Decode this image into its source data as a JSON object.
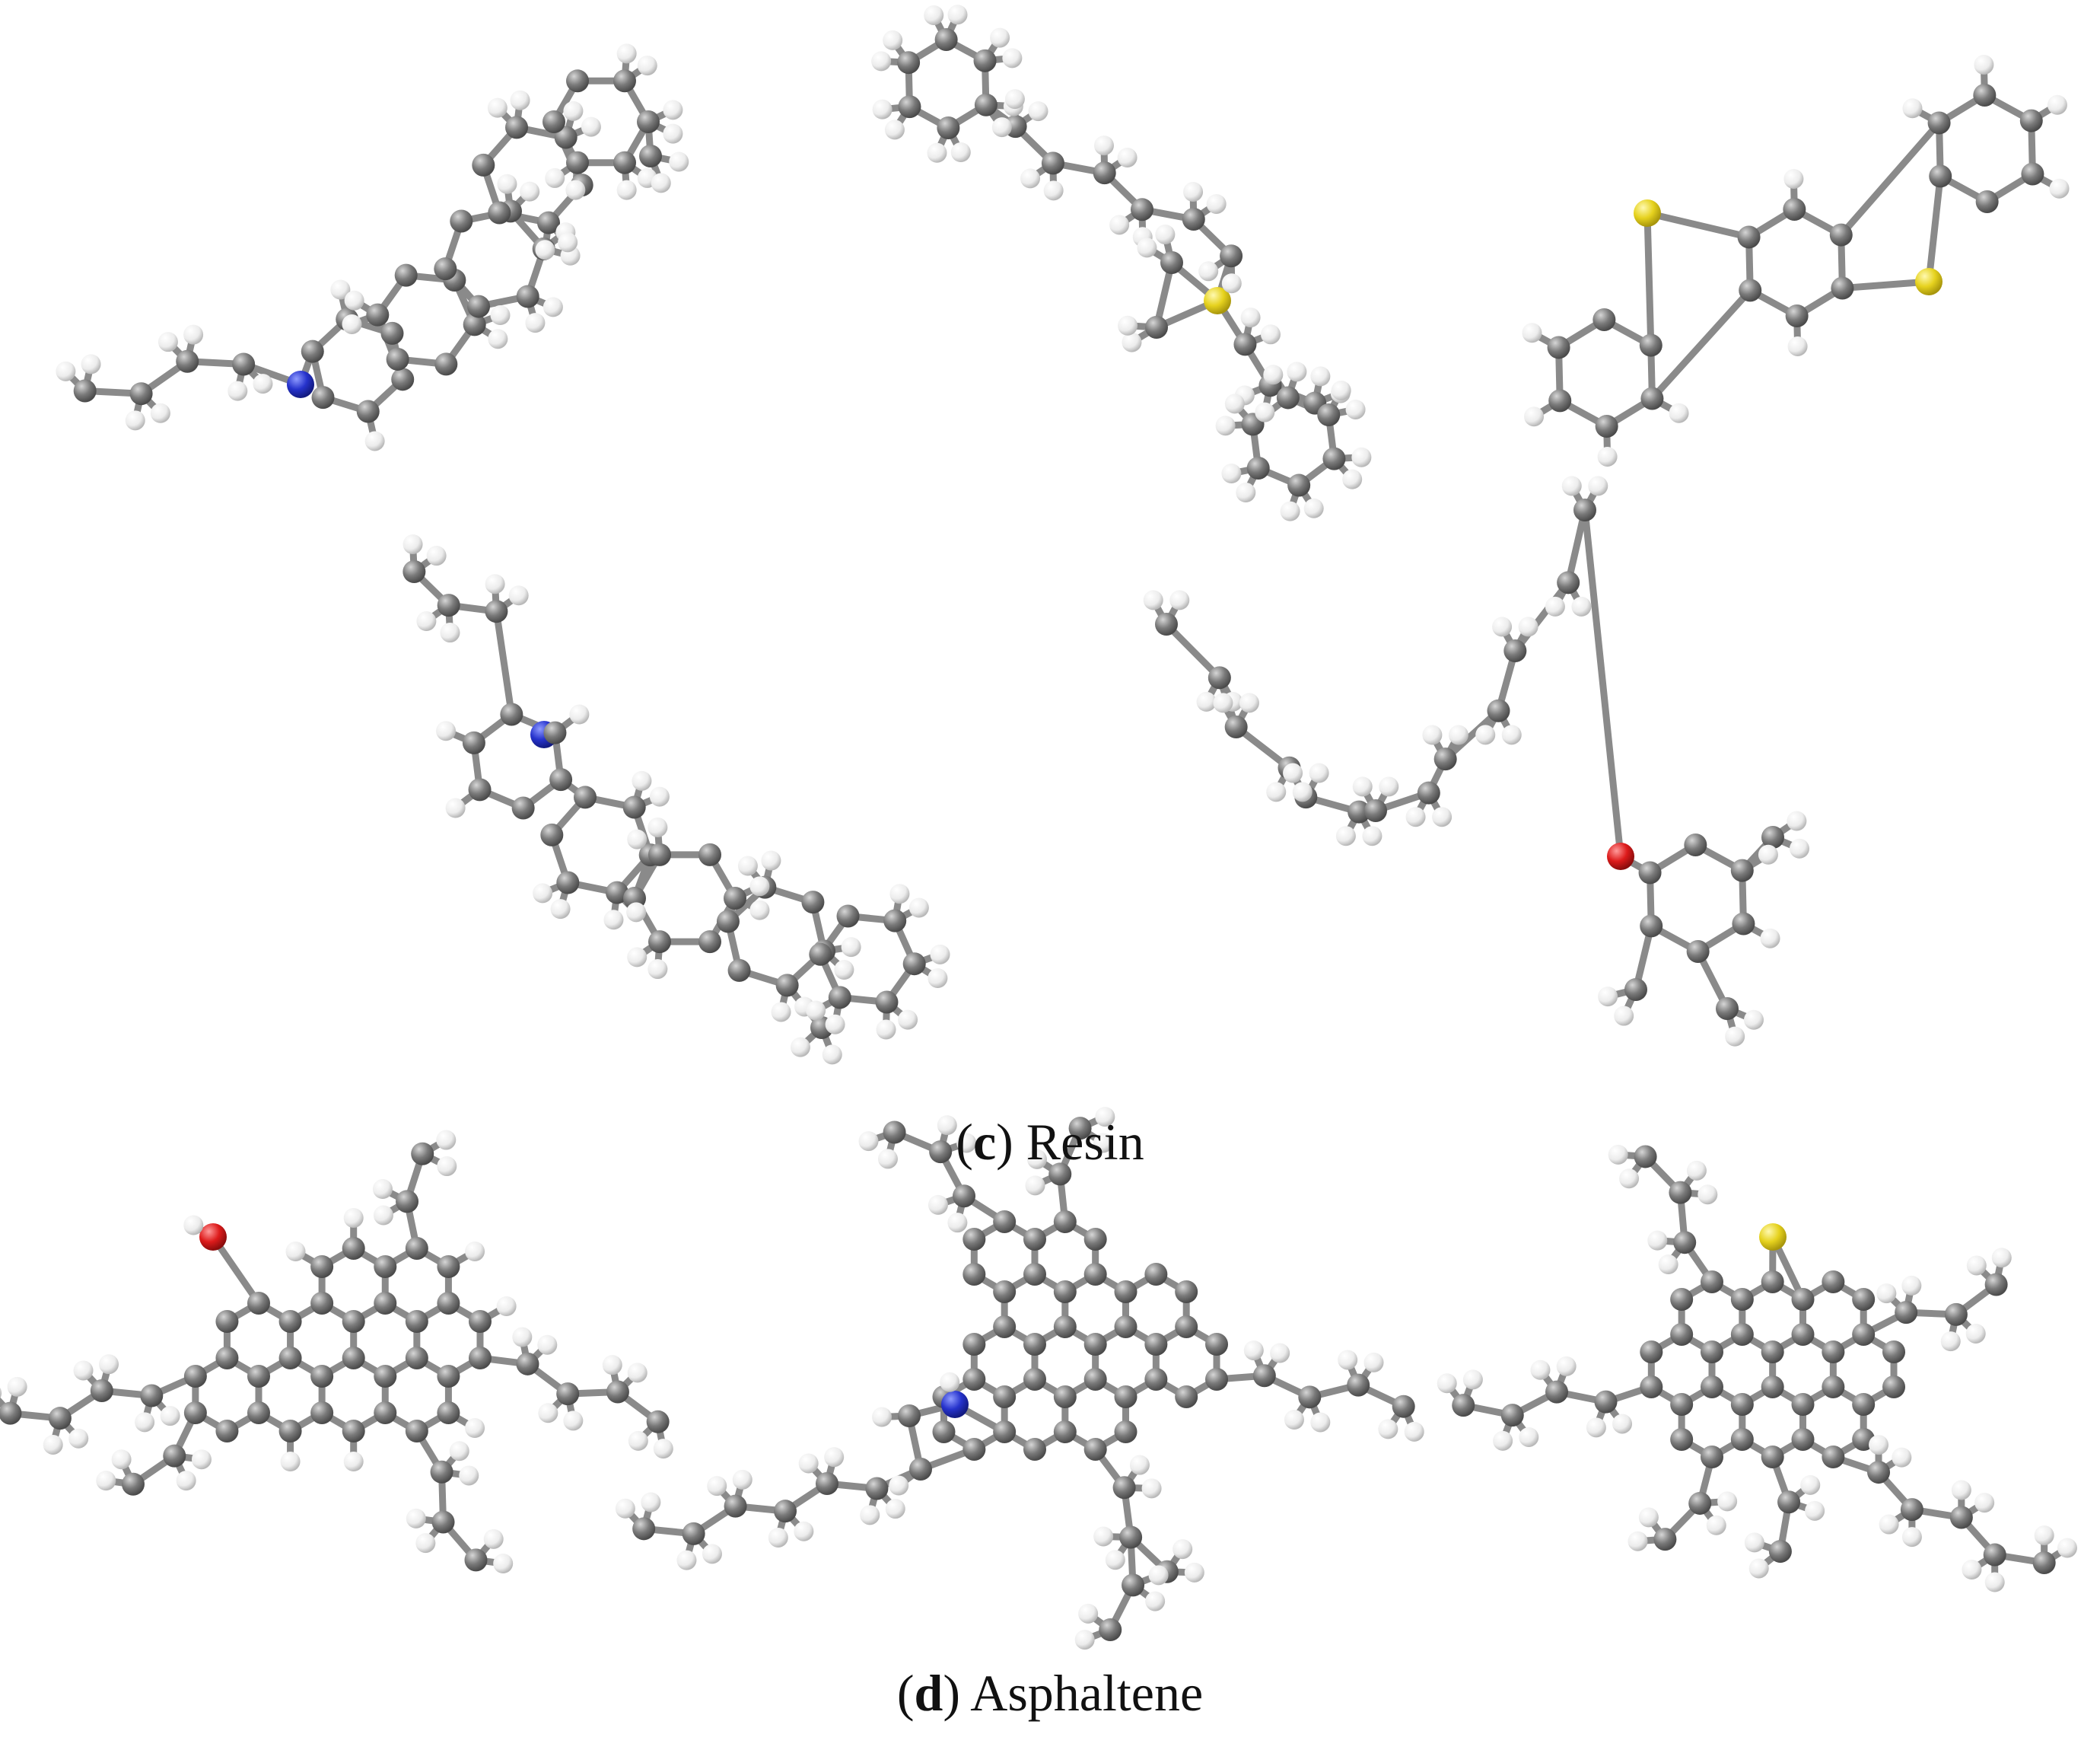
{
  "captions": {
    "resin": {
      "letter": "c",
      "text": "Resin"
    },
    "asphaltene": {
      "letter": "d",
      "text": "Asphaltene"
    }
  },
  "colors": {
    "carbon": "#7a7a7a",
    "hydrogen": "#ececec",
    "nitrogen": "#2633cc",
    "sulfur": "#e6d21e",
    "oxygen": "#dd1b1b",
    "bond": "#8a8a8a"
  },
  "molecules": [
    {
      "id": "resin-1",
      "group": "resin",
      "heteroatom": "N"
    },
    {
      "id": "resin-2",
      "group": "resin",
      "heteroatom": "S"
    },
    {
      "id": "resin-3",
      "group": "resin",
      "heteroatom": "S"
    },
    {
      "id": "resin-4",
      "group": "resin",
      "heteroatom": "N"
    },
    {
      "id": "resin-5",
      "group": "resin",
      "heteroatom": "O"
    },
    {
      "id": "asphaltene-1",
      "group": "asphaltene",
      "heteroatom": "O"
    },
    {
      "id": "asphaltene-2",
      "group": "asphaltene",
      "heteroatom": "N"
    },
    {
      "id": "asphaltene-3",
      "group": "asphaltene",
      "heteroatom": "S"
    }
  ]
}
